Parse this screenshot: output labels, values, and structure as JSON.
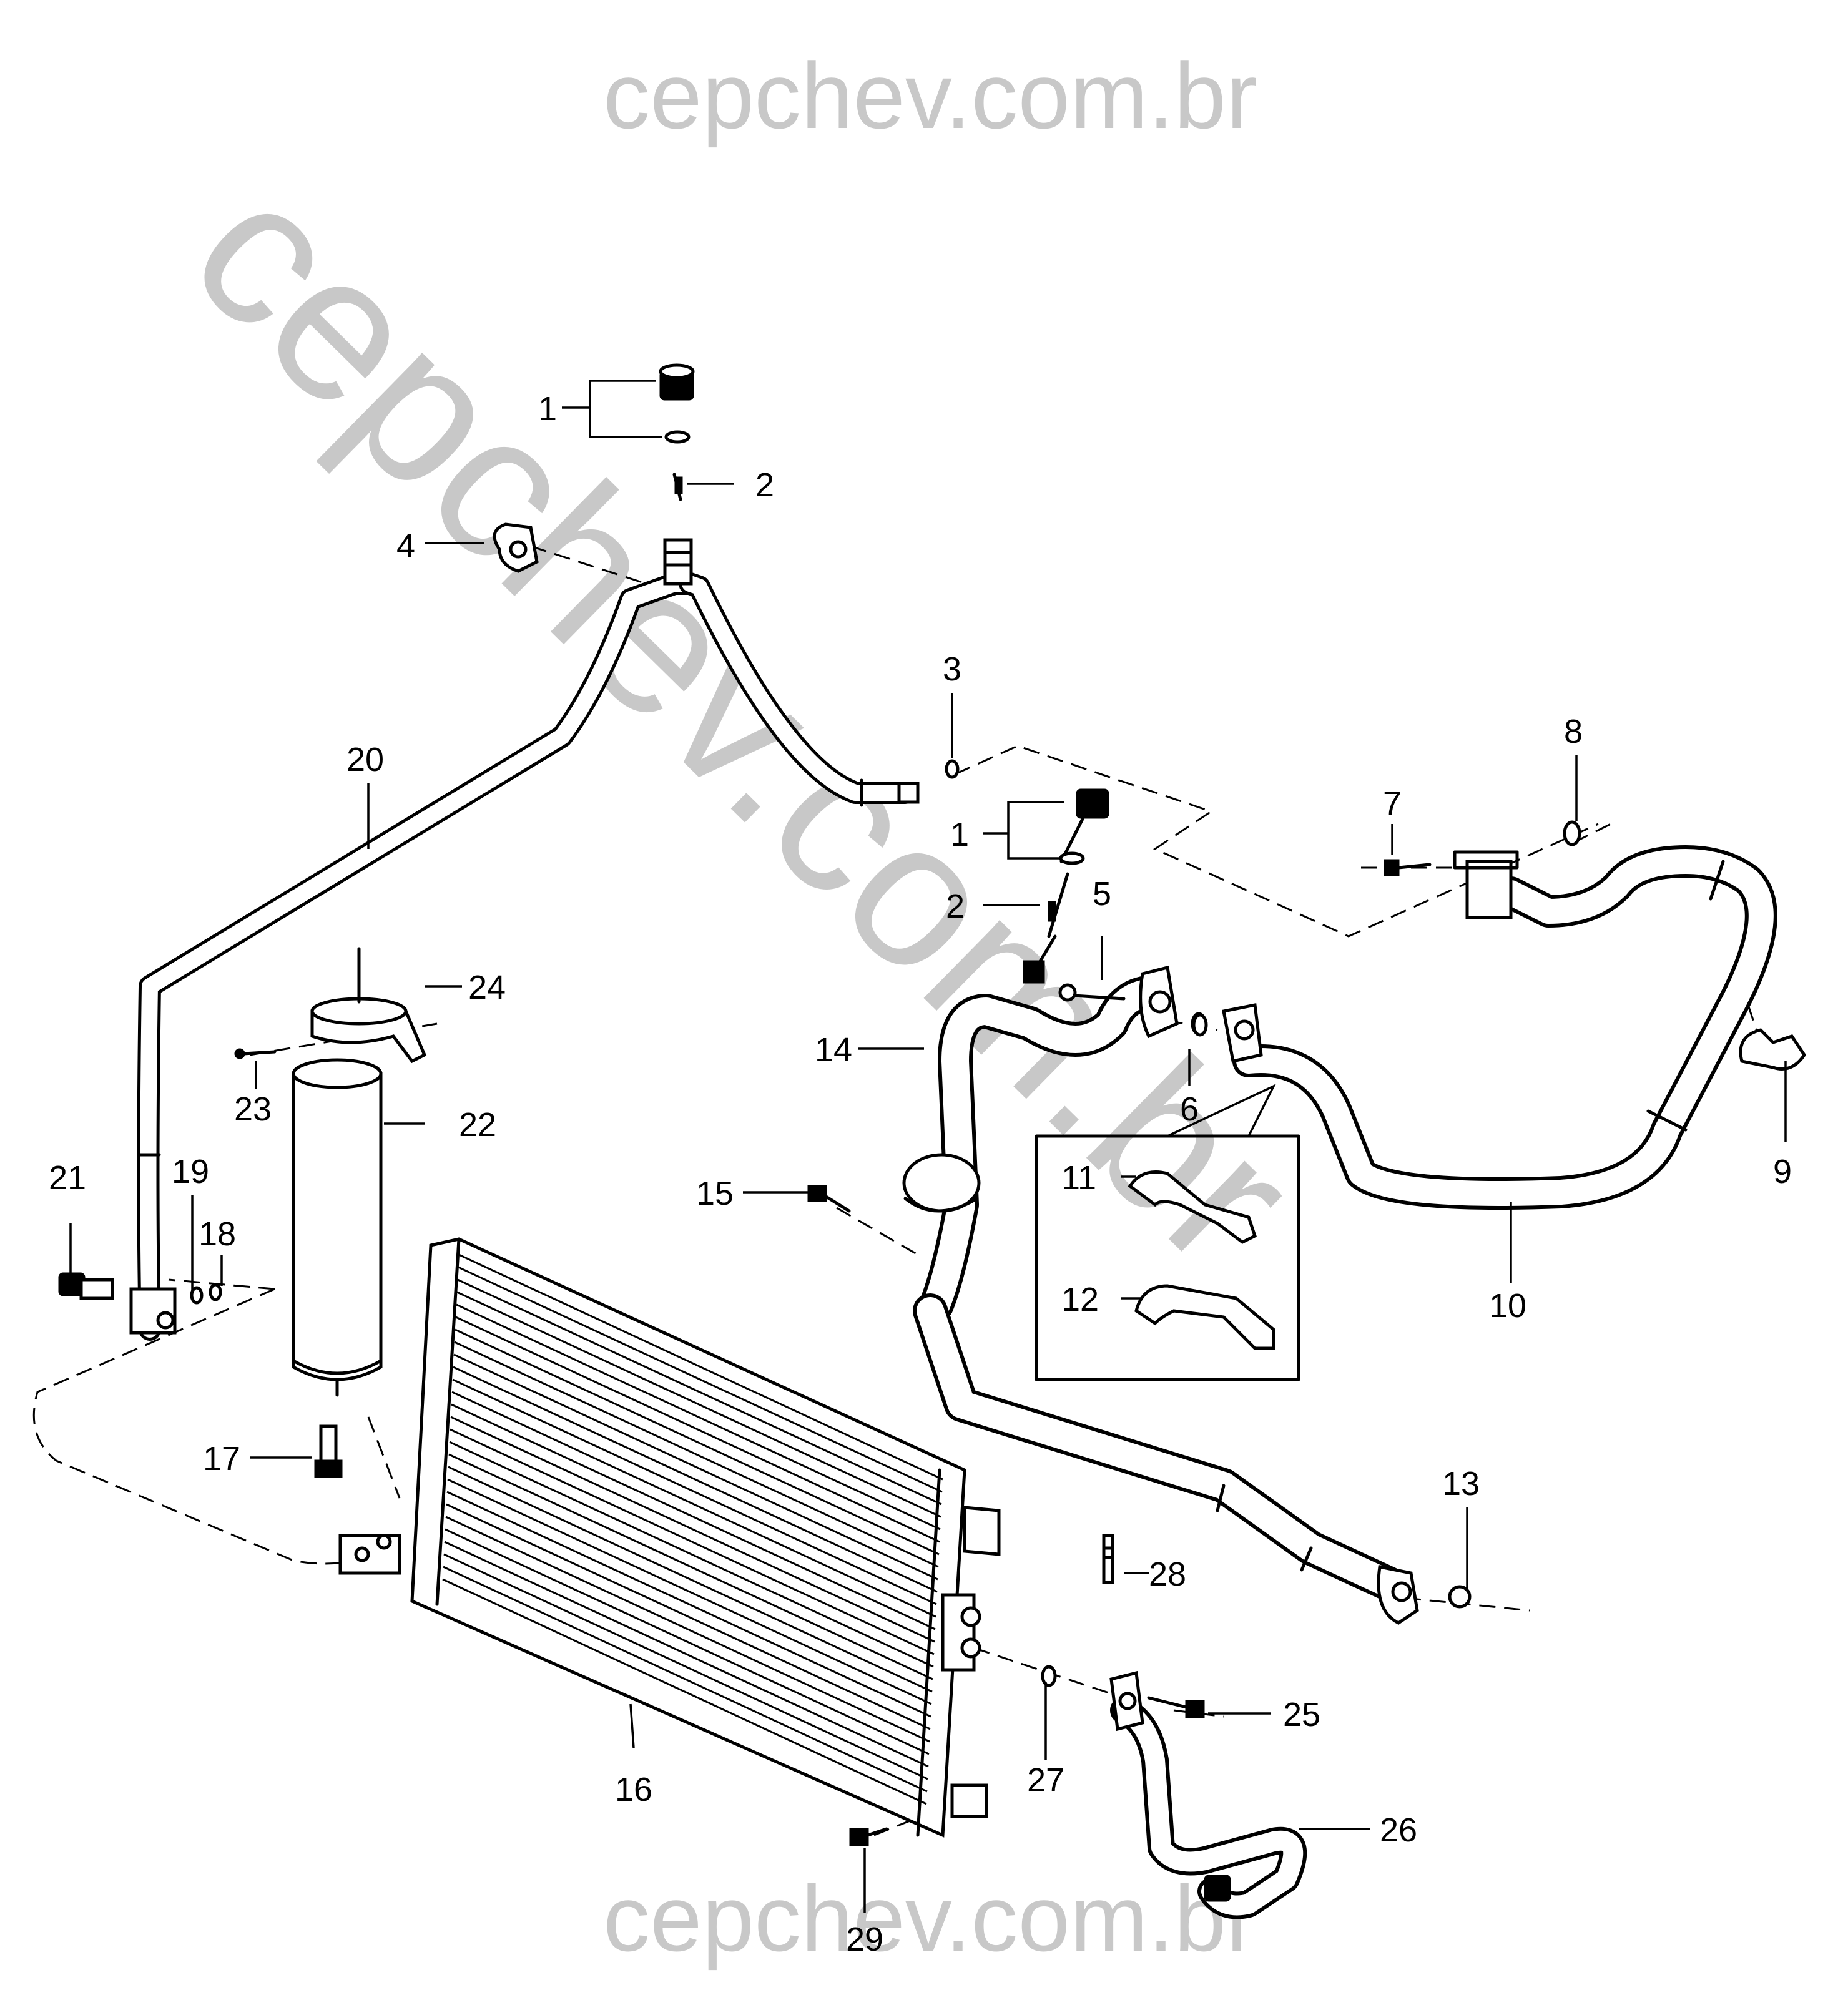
{
  "watermarks": {
    "top": "cepchev.com.br",
    "diagonal": "cepchev.com.br",
    "bottom": "cepchev.com.br"
  },
  "callouts": [
    {
      "id": "c1a",
      "text": "1"
    },
    {
      "id": "c2a",
      "text": "2"
    },
    {
      "id": "c4",
      "text": "4"
    },
    {
      "id": "c3",
      "text": "3"
    },
    {
      "id": "c1b",
      "text": "1"
    },
    {
      "id": "c2b",
      "text": "2"
    },
    {
      "id": "c5",
      "text": "5"
    },
    {
      "id": "c7",
      "text": "7"
    },
    {
      "id": "c8",
      "text": "8"
    },
    {
      "id": "c20",
      "text": "20"
    },
    {
      "id": "c24",
      "text": "24"
    },
    {
      "id": "c23",
      "text": "23"
    },
    {
      "id": "c22",
      "text": "22"
    },
    {
      "id": "c14",
      "text": "14"
    },
    {
      "id": "c6",
      "text": "6"
    },
    {
      "id": "c9",
      "text": "9"
    },
    {
      "id": "c11",
      "text": "11"
    },
    {
      "id": "c12",
      "text": "12"
    },
    {
      "id": "c10",
      "text": "10"
    },
    {
      "id": "c21",
      "text": "21"
    },
    {
      "id": "c19",
      "text": "19"
    },
    {
      "id": "c18",
      "text": "18"
    },
    {
      "id": "c15",
      "text": "15"
    },
    {
      "id": "c17",
      "text": "17"
    },
    {
      "id": "c13",
      "text": "13"
    },
    {
      "id": "c28",
      "text": "28"
    },
    {
      "id": "c25",
      "text": "25"
    },
    {
      "id": "c27",
      "text": "27"
    },
    {
      "id": "c16",
      "text": "16"
    },
    {
      "id": "c26",
      "text": "26"
    },
    {
      "id": "c29",
      "text": "29"
    }
  ]
}
